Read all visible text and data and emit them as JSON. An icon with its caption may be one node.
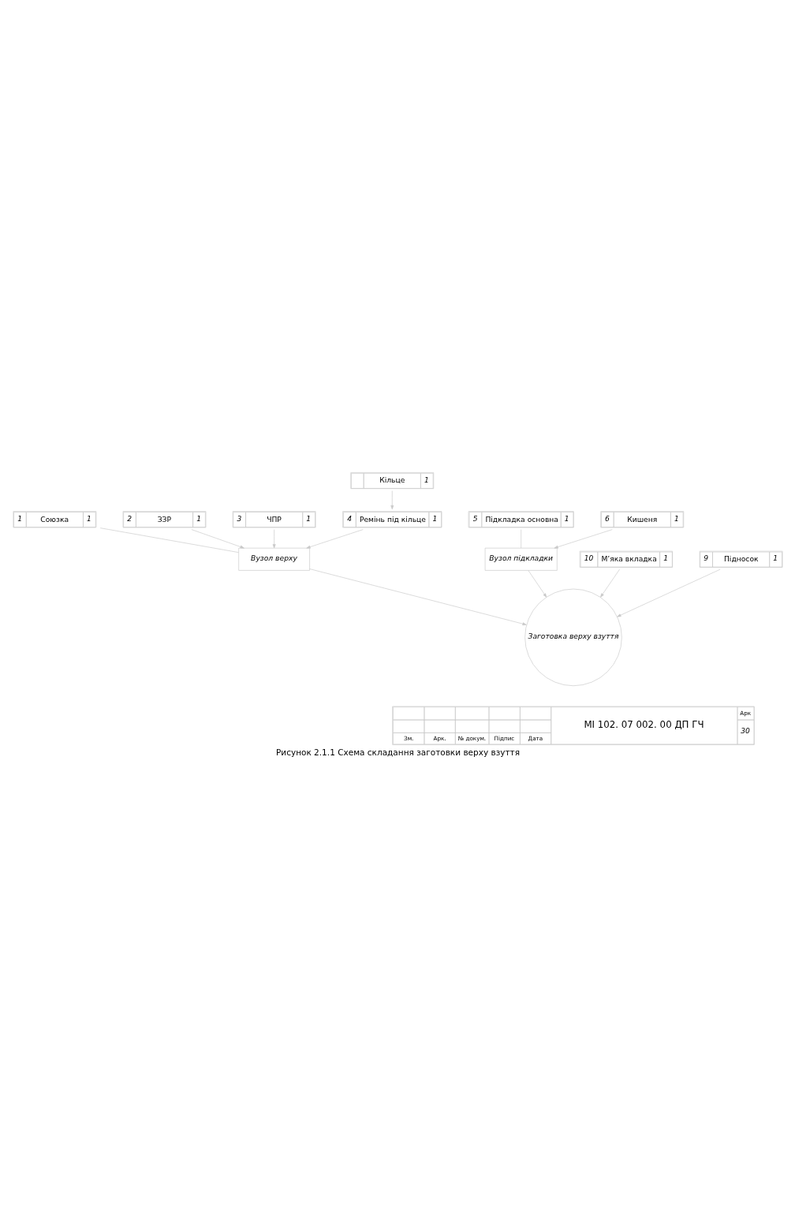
{
  "diagram": {
    "caption": "Рисунок 2.1.1 Схема складання заготовки верху взуття",
    "nodes": [
      {
        "text": [
          "1",
          "Союзка",
          "1"
        ]
      },
      {
        "text": [
          "2",
          "ЗЗР",
          "1"
        ]
      },
      {
        "text": [
          "3",
          "ЧПР",
          "1"
        ]
      },
      {
        "text": [
          "Кільце",
          "1"
        ]
      },
      {
        "text": [
          "4",
          "Ремінь під кільце",
          "1"
        ]
      },
      {
        "text": [
          "Вузол верху"
        ]
      },
      {
        "text": [
          "5",
          "Підкладка основна",
          "1"
        ]
      },
      {
        "text": [
          "6",
          "Кишеня",
          "1"
        ]
      },
      {
        "text": [
          "Вузол підкладки"
        ]
      },
      {
        "text": [
          "10",
          "М’яка вкладка",
          "1"
        ]
      },
      {
        "text": [
          "9",
          "Підносок",
          "1"
        ]
      },
      {
        "text": [
          "Заготовка верху взуття"
        ]
      }
    ],
    "edges": [
      {
        "from": 0,
        "to": 5,
        "arrow": "none"
      },
      {
        "from": 1,
        "to": 5,
        "arrow": "to"
      },
      {
        "from": 2,
        "to": 5,
        "arrow": "to"
      },
      {
        "from": 3,
        "to": 4,
        "arrow": "to"
      },
      {
        "from": 4,
        "to": 5,
        "arrow": "to"
      },
      {
        "from": 6,
        "to": 8,
        "arrow": "none"
      },
      {
        "from": 7,
        "to": 8,
        "arrow": "to"
      },
      {
        "from": 5,
        "to": 11,
        "arrow": "to"
      },
      {
        "from": 8,
        "to": 11,
        "arrow": "to"
      },
      {
        "from": 9,
        "to": 11,
        "arrow": "to"
      },
      {
        "from": 10,
        "to": 11,
        "arrow": "to"
      }
    ],
    "labels": [
      "МІ 102. 07 002. 00 ДП ГЧ",
      "Арк",
      "Зм.",
      "Арк.",
      "№ докум.",
      "Підпис",
      "Дата",
      "30"
    ]
  }
}
